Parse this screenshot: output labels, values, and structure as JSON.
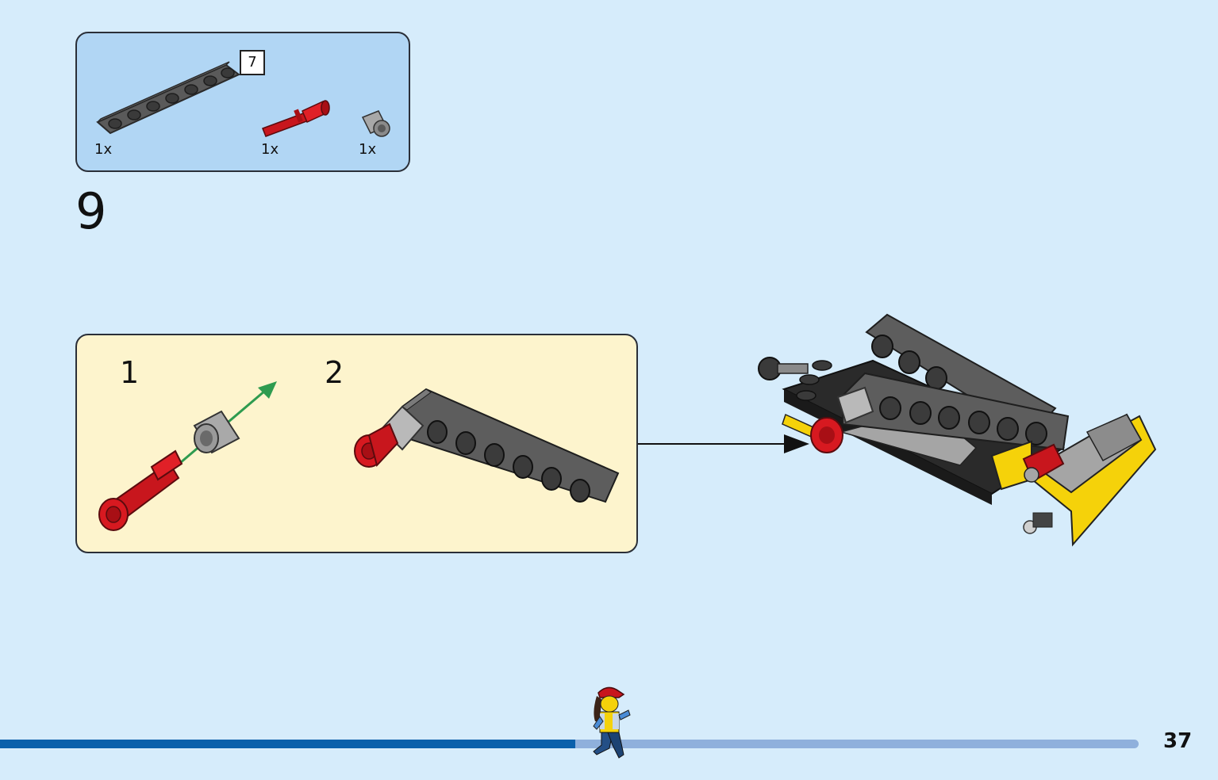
{
  "parts_list": {
    "items": [
      {
        "name": "technic beam",
        "quantity": "1x",
        "color": "#646464",
        "length_label": "7"
      },
      {
        "name": "technic pin",
        "quantity": "1x",
        "color": "#c8161d"
      },
      {
        "name": "bush",
        "quantity": "1x",
        "color": "#a9a9a9"
      }
    ],
    "background": "#b1d6f4"
  },
  "step": {
    "number": "9",
    "sub_steps": [
      {
        "number": "1"
      },
      {
        "number": "2"
      }
    ],
    "sub_background": "#fdf4cd"
  },
  "footer": {
    "page_number": "37",
    "progress": 0.505,
    "progress_color": "#0a60ab",
    "track_color": "#8fb0dc"
  },
  "colors": {
    "page_background": "#d6ecfb",
    "dark_grey": "#5d5d5d",
    "red": "#c8161d",
    "yellow": "#f5d20a",
    "arrow_green": "#2e9b4f"
  }
}
